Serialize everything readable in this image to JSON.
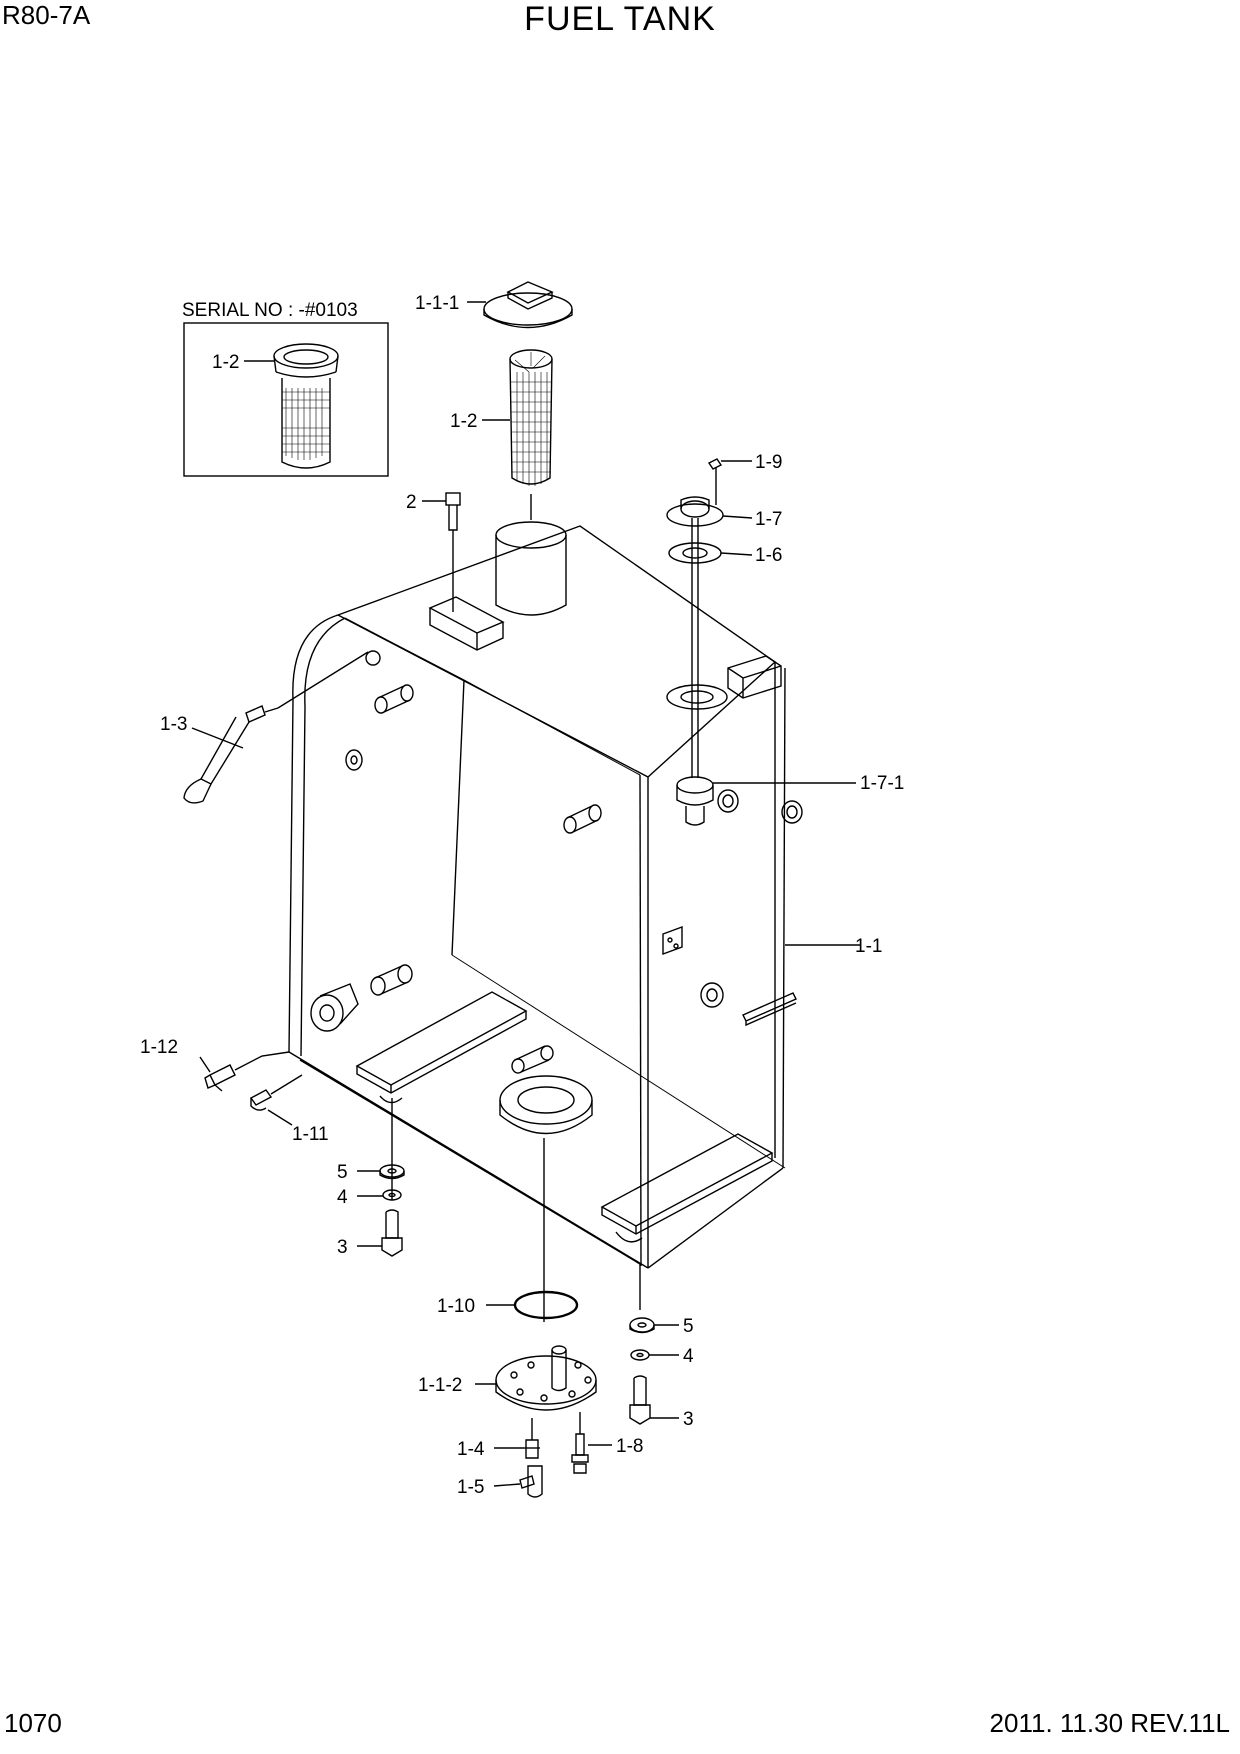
{
  "header": {
    "model": "R80-7A",
    "title": "FUEL TANK"
  },
  "inset": {
    "caption": "SERIAL NO : -#0103",
    "part_label": "1-2"
  },
  "callouts": {
    "c_1_1_1": "1-1-1",
    "c_1_2": "1-2",
    "c_1_9": "1-9",
    "c_2": "2",
    "c_1_7": "1-7",
    "c_1_6": "1-6",
    "c_1_3": "1-3",
    "c_1_7_1": "1-7-1",
    "c_1_1": "1-1",
    "c_1_12": "1-12",
    "c_1_11": "1-11",
    "c_5a": "5",
    "c_4a": "4",
    "c_3a": "3",
    "c_1_10": "1-10",
    "c_5b": "5",
    "c_4b": "4",
    "c_1_1_2": "1-1-2",
    "c_3b": "3",
    "c_1_4": "1-4",
    "c_1_8": "1-8",
    "c_1_5": "1-5"
  },
  "footer": {
    "page_number": "1070",
    "revision": "2011. 11.30 REV.11L"
  }
}
